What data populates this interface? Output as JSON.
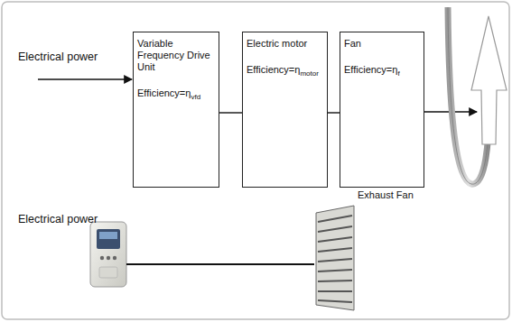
{
  "diagram": {
    "nodes": [
      {
        "text": [
          "Variable Frequency Drive Unit",
          "Efficiency=ηvfd"
        ]
      },
      {
        "text": [
          "Electric motor",
          "Efficiency=ηmotor"
        ]
      },
      {
        "text": [
          "Fan",
          "Efficiency=ηf"
        ]
      }
    ],
    "edges": [
      {
        "from": 0,
        "to": 1,
        "arrow": "none"
      },
      {
        "from": 1,
        "to": 2,
        "arrow": "none"
      }
    ],
    "labels": [
      "Electrical power",
      "Electrical power",
      "Exhaust Fan"
    ]
  }
}
